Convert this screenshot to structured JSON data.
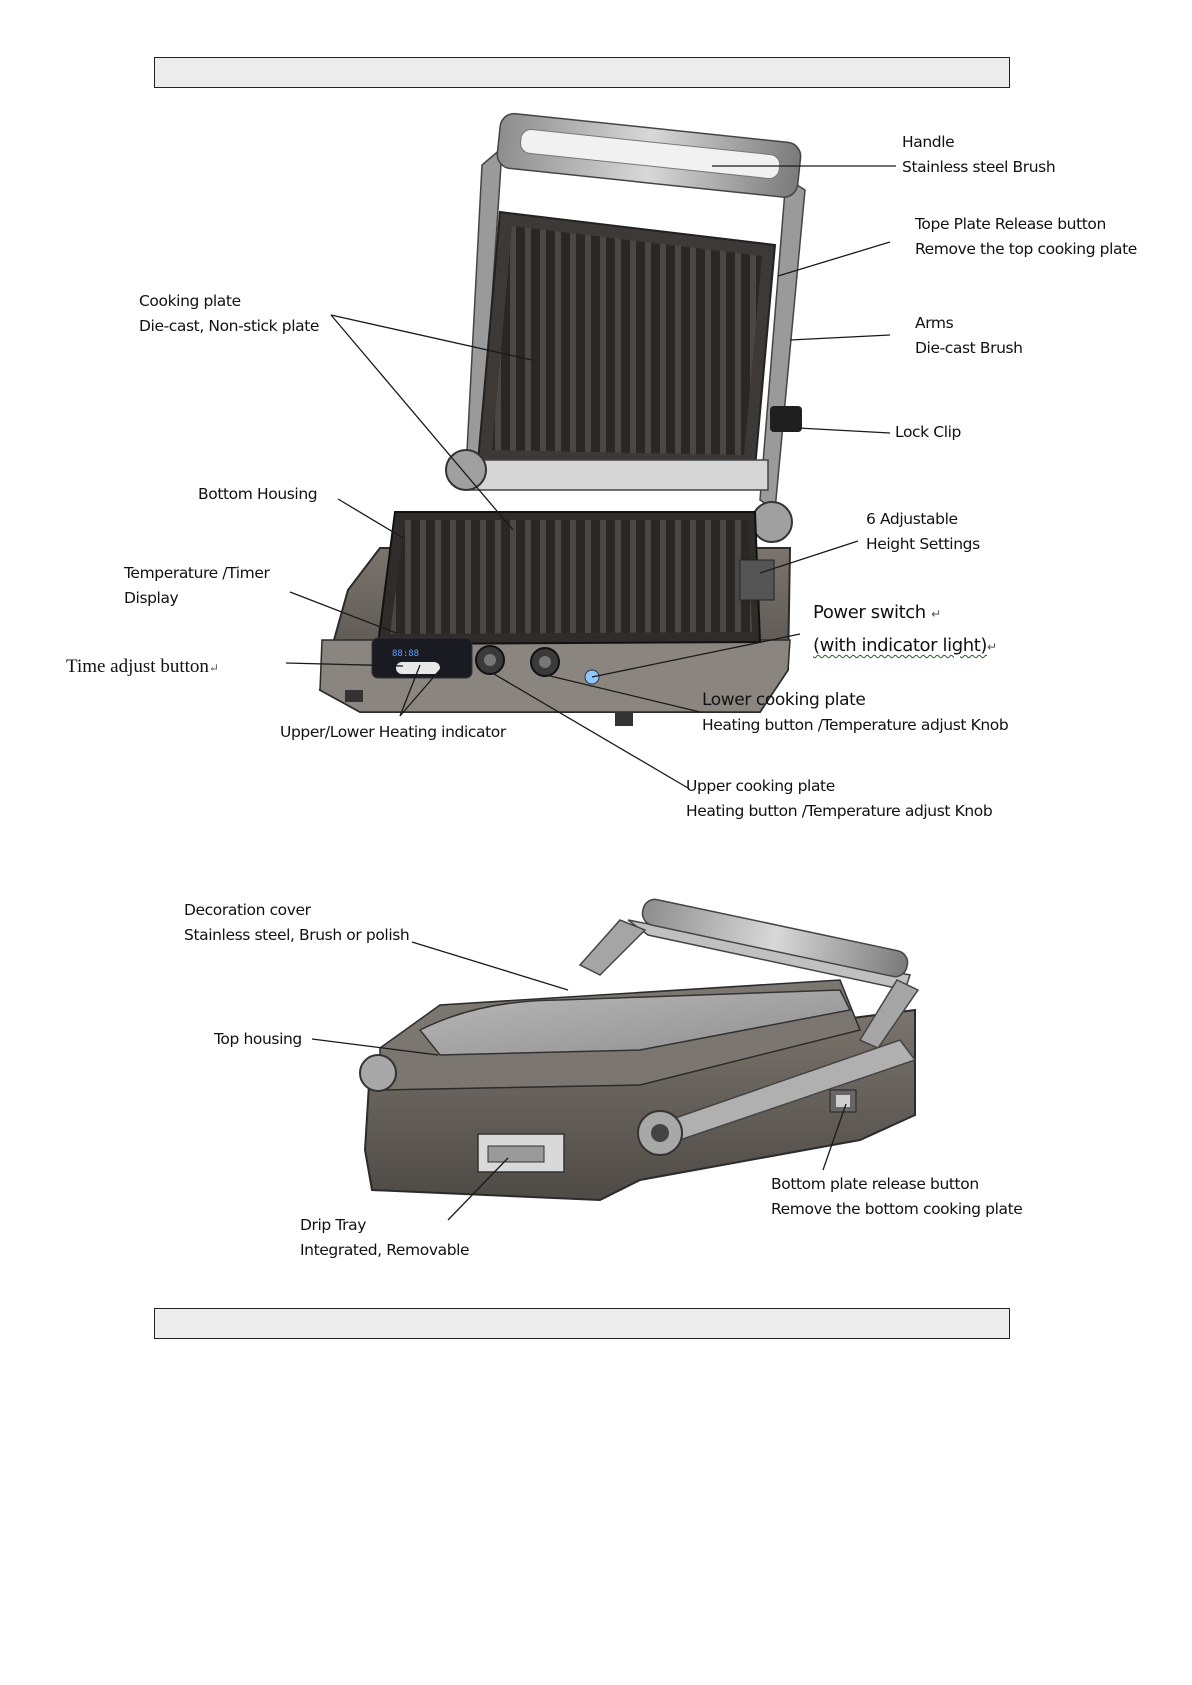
{
  "labels": {
    "handle": [
      "Handle",
      "Stainless steel Brush"
    ],
    "top_plate_release": [
      "Tope Plate Release button",
      "Remove the top cooking plate"
    ],
    "cooking_plate": [
      "Cooking plate",
      "Die-cast, Non-stick plate"
    ],
    "arms": [
      "Arms",
      "Die-cast Brush"
    ],
    "lock_clip": [
      "Lock Clip"
    ],
    "bottom_housing": [
      "Bottom Housing"
    ],
    "height_settings": [
      "6 Adjustable",
      "Height Settings"
    ],
    "temp_timer_display": [
      "Temperature /Timer",
      "Display"
    ],
    "power_switch": [
      "Power switch",
      "(with indicator light)"
    ],
    "time_adjust": [
      "Time adjust button"
    ],
    "lower_plate": [
      "Lower cooking plate",
      "Heating button /Temperature adjust Knob"
    ],
    "heating_indicator": [
      "Upper/Lower Heating indicator"
    ],
    "upper_plate": [
      "Upper cooking plate",
      "Heating button /Temperature adjust Knob"
    ],
    "decoration_cover": [
      "Decoration cover",
      "Stainless steel, Brush or polish"
    ],
    "top_housing": [
      "Top housing"
    ],
    "bottom_release": [
      "Bottom plate release button",
      "Remove the bottom cooking plate"
    ],
    "drip_tray": [
      "Drip Tray",
      "Integrated, Removable"
    ]
  },
  "return_mark": "↵"
}
